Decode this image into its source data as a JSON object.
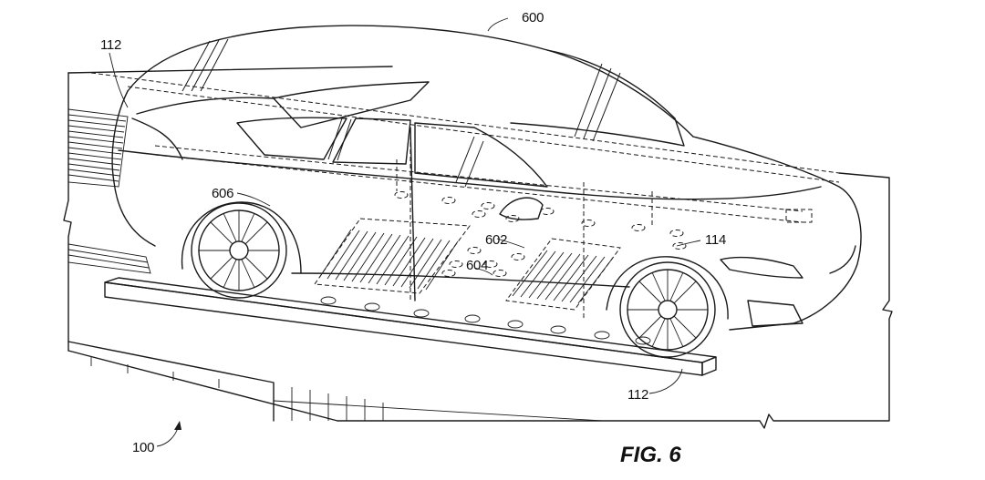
{
  "figure": {
    "label": "FIG. 6",
    "references": {
      "r600": "600",
      "r112_top": "112",
      "r606": "606",
      "r602": "602",
      "r604": "604",
      "r114": "114",
      "r112_bottom": "112",
      "r100": "100"
    }
  }
}
